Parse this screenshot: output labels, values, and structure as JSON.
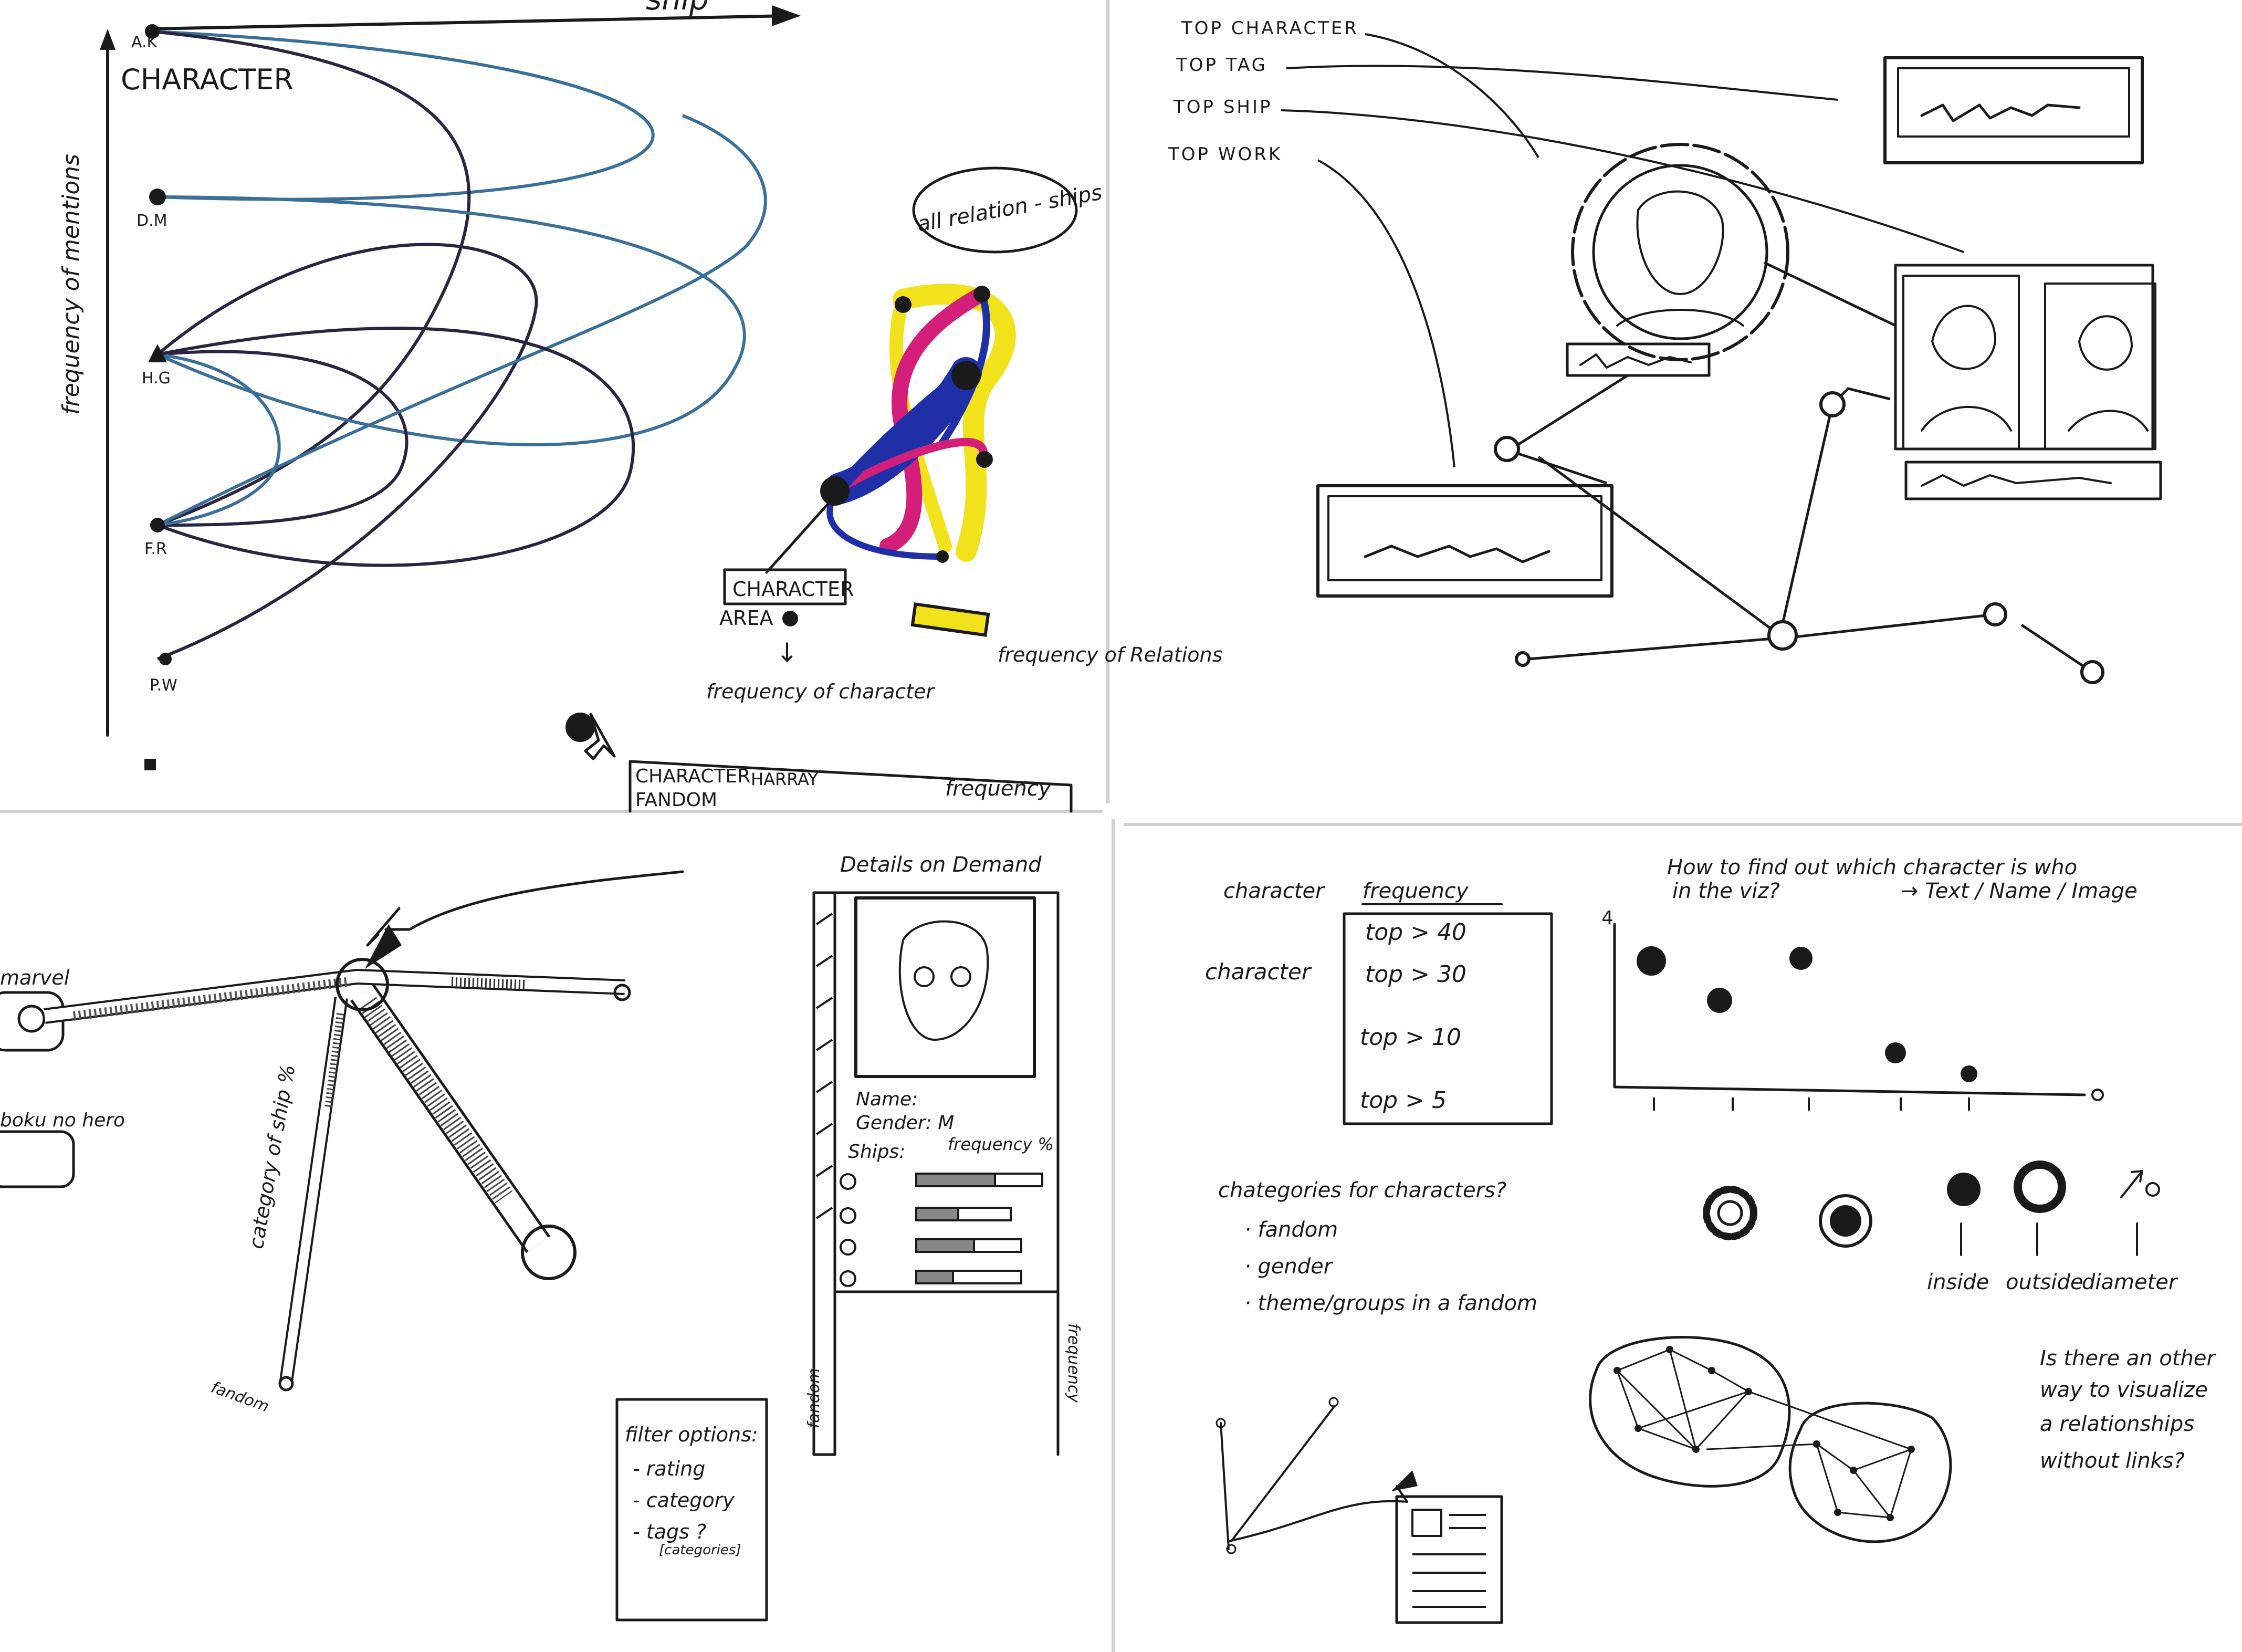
{
  "colors": {
    "ink": "#1a1a1a",
    "blue_ink": "#3a6f9a",
    "dark_ink": "#2a2440",
    "magenta": "#d41f7a",
    "yellow": "#f2e21b",
    "royal_blue": "#1f2fa8",
    "paper_edge": "#9a9a9a"
  },
  "panel1": {
    "x_axis_label": "ship",
    "y_axis_label": "frequency of mentions",
    "character_label": "CHARACTER",
    "node_labels": [
      "A.K",
      "D.M",
      "H.G",
      "F.R",
      "P.W"
    ],
    "callout": "all relation - ships",
    "box_label_1": "CHARACTER",
    "box_label_2": "AREA",
    "arrow_word": "↓",
    "frequency_of_character": "frequency of character",
    "frequency_of_relations": "frequency of Relations",
    "bottom_bar_left": "CHARACTER",
    "bottom_bar_middle": "HARRAY",
    "bottom_bar_left2": "FANDOM",
    "bottom_bar_right": "frequency"
  },
  "panel2": {
    "list": [
      "TOP CHARACTER",
      "TOP TAG",
      "TOP SHIP",
      "TOP WORK"
    ]
  },
  "panel3": {
    "heading": "Details on Demand",
    "left_label_1": "marvel",
    "left_label_2": "boku no hero",
    "axis_label": "category of ship %",
    "small_label": "fandom",
    "name_line": "Name:",
    "gender_line": "Gender: M",
    "ships_label": "Ships:",
    "frequency_label": "frequency %",
    "side_label_left": "fandom",
    "side_label_right": "frequency",
    "filter_title": "filter options:",
    "filter_items": [
      "- rating",
      "- category",
      "- tags ?",
      "[categories]"
    ]
  },
  "panel4": {
    "title_word_1": "character",
    "title_word_2": "frequency",
    "row_label": "character",
    "rows": [
      "top > 40",
      "top > 30",
      "top > 10",
      "top > 5"
    ],
    "question_1": "How to find out which character is who",
    "question_1b": "in the viz?",
    "question_1c": "→ Text / Name / Image",
    "y_top_tick": "4",
    "categories_title": "chategories for characters?",
    "categories": [
      "· fandom",
      "· gender",
      "· theme/groups in a fandom"
    ],
    "encodings": [
      "inside",
      "outside",
      "diameter"
    ],
    "question_2": [
      "Is there an other",
      "way to visualize",
      "a relationships",
      "without links?"
    ]
  }
}
